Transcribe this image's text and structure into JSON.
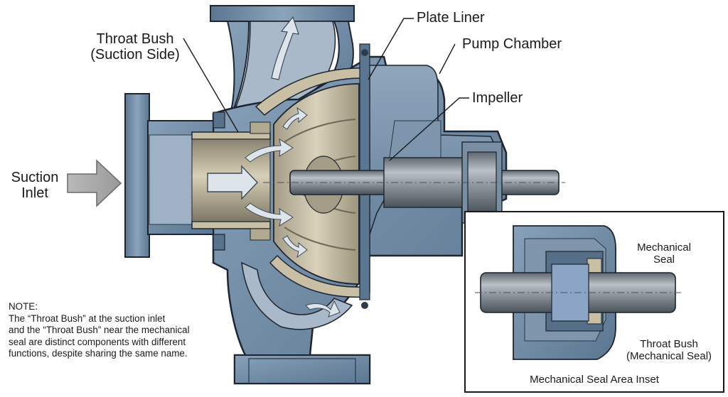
{
  "labels": {
    "throat_bush_suction": [
      "Throat Bush",
      "(Suction Side)"
    ],
    "plate_liner": "Plate Liner",
    "pump_chamber": "Pump Chamber",
    "impeller": "Impeller",
    "suction_inlet": [
      "Suction",
      "Inlet"
    ],
    "mechanical_seal": [
      "Mechanical",
      "Seal"
    ],
    "throat_bush_mech": [
      "Throat Bush",
      "(Mechanical Seal)"
    ],
    "inset_title": "Mechanical Seal Area Inset"
  },
  "note": {
    "heading": "NOTE:",
    "lines": [
      "The “Throat Bush” at the suction inlet",
      "and the “Throat Bush” near the mechanical",
      "seal are distinct components with different",
      "functions, despite sharing the same name."
    ]
  },
  "colors": {
    "casing": "#6e8aa6",
    "casing_dark": "#4b6580",
    "casing_light": "#93aac1",
    "interior": "#a9b9c9",
    "liner": "#c8bfa4",
    "shaft": "#8c949c",
    "outline": "#1c2530",
    "arrow": "#d7dfe6"
  }
}
